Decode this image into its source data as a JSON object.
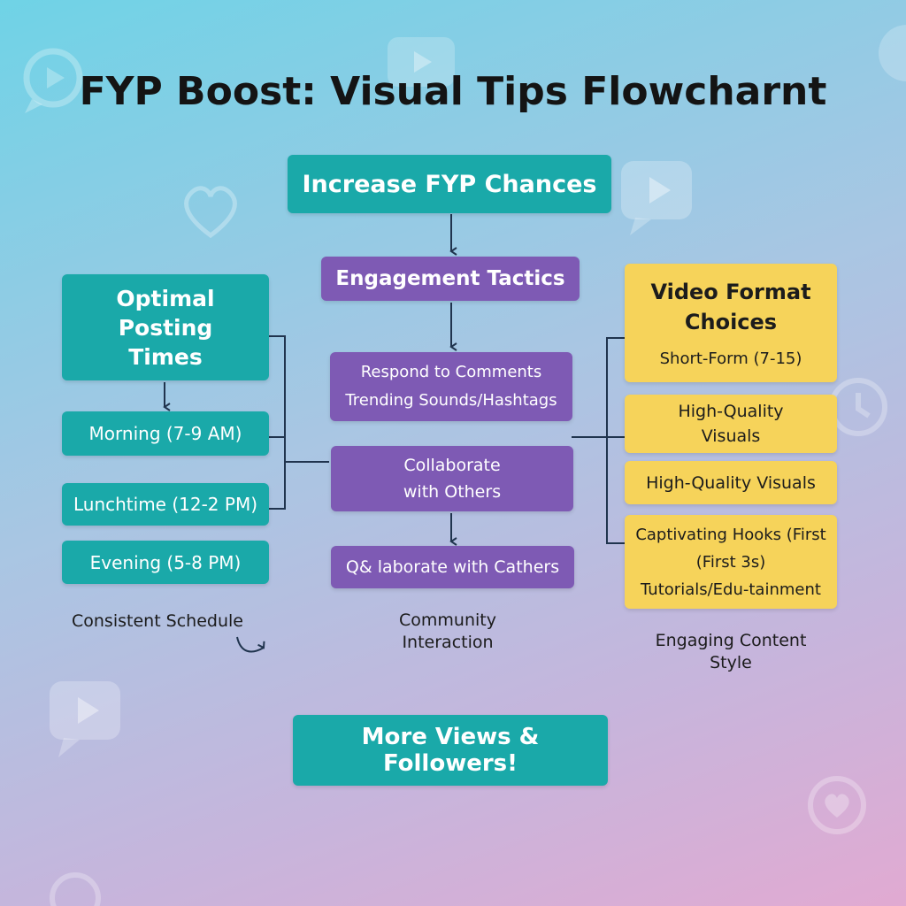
{
  "title": "FYP Boost: Visual Tips Flowcharnt",
  "colors": {
    "teal": "#1aa9a9",
    "purple": "#7e5ab4",
    "yellow": "#f6d35a",
    "connector": "#20344e"
  },
  "nodes": {
    "root": "Increase FYP Chances",
    "center": {
      "header": "Engagement Tactics",
      "tactics": {
        "line1": "Respond to Comments",
        "line2": "Trending Sounds/Hashtags"
      },
      "collaborate": {
        "line1": "Collaborate",
        "line2": "with Others"
      },
      "qa": "Q& laborate with Cathers",
      "caption": {
        "line1": "Community",
        "line2": "Interaction"
      }
    },
    "left": {
      "header": {
        "line1": "Optimal",
        "line2": "Posting",
        "line3": "Times"
      },
      "times": [
        "Morning (7-9 AM)",
        "Lunchtime (12-2 PM)",
        "Evening (5-8 PM)"
      ],
      "caption": "Consistent Schedule"
    },
    "right": {
      "header": {
        "line1": "Video Format",
        "line2": "Choices",
        "line3": "Short-Form (7-15)"
      },
      "visuals": {
        "line1": "High-Quality",
        "line2": "Visuals"
      },
      "visuals2": "High-Quality Visuals",
      "hooks": {
        "line1": "Captivating Hooks (First",
        "line2": "(First 3s)",
        "line3": "Tutorials/Edu-tainment"
      },
      "caption": {
        "line1": "Engaging Content",
        "line2": "Style"
      }
    },
    "result": "More Views & Followers!"
  },
  "icons": [
    "play-bubble-icon",
    "heart-bubble-icon",
    "clock-icon",
    "heart-icon",
    "play-icon"
  ]
}
